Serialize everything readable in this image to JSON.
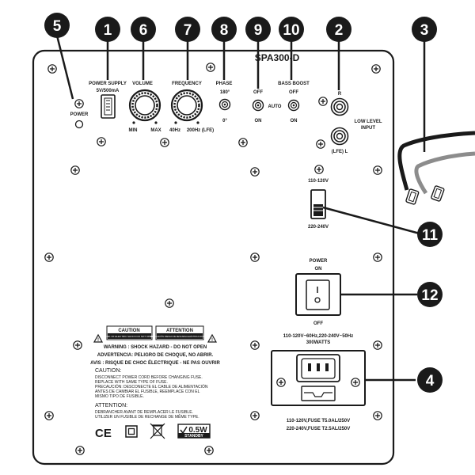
{
  "model": "SPA300-D",
  "callouts": [
    "5",
    "1",
    "6",
    "7",
    "8",
    "9",
    "10",
    "2",
    "3",
    "11",
    "12",
    "4"
  ],
  "power_led": {
    "label": "POWER"
  },
  "power_supply": {
    "label": "POWER SUPPLY",
    "spec": "5V/500mA"
  },
  "volume": {
    "label": "VOLUME",
    "min": "MIN",
    "max": "MAX"
  },
  "frequency": {
    "label": "FREQUENCY",
    "low": "40Hz",
    "high": "200Hz (LFE)"
  },
  "phase": {
    "label": "PHASE",
    "top": "180°",
    "bottom": "0°"
  },
  "auto_switch": {
    "top": "OFF",
    "middle": "AUTO",
    "bottom": "ON"
  },
  "bass_boost": {
    "label": "BASS BOOST",
    "top": "OFF",
    "bottom": "ON"
  },
  "low_level_input": {
    "label_line1": "LOW LEVEL",
    "label_line2": "INPUT",
    "right": "R",
    "left": "(LFE) L"
  },
  "voltage_selector": {
    "top": "110-120V",
    "bottom": "220-240V"
  },
  "power_switch": {
    "label": "POWER",
    "on": "ON",
    "off": "OFF"
  },
  "rating": {
    "line1": "110-120V~60Hz,220-240V~50Hz",
    "line2": "300WATTS"
  },
  "fuse": {
    "line1": "110-120V,FUSE T5.0AL/250V",
    "line2": "220-240V,FUSE T2.5AL/250V"
  },
  "warning_box": {
    "caution_title": "CAUTION",
    "caution_sub": "RISK OF ELECTRIC SHOCK DO NOT OPEN",
    "attention_title": "ATTENTION",
    "attention_sub": "PRECAUCIÓN: RIESGO DE DESCARGA ELÉCTRICA NO ABRIR",
    "line1": "WARNING : SHOCK HAZARD - DO NOT OPEN",
    "line2": "ADVERTENCIA: PELIGRO DE CHOQUE, NO ABRIR.",
    "line3": "AVIS : RISQUE DE CHOC ÉLECTRIQUE - NE PAS OUVRIR"
  },
  "caution_text": {
    "title": "CAUTION:",
    "l1": "DISCONNECT POWER CORD BEFORE CHANGING FUSE.",
    "l2": "REPLACE WITH SAME TYPE OF FUSE.",
    "l3": "PRECAUCIÓN: DESCONECTE EL CABLE DE ALIMENTACIÓN",
    "l4": "ANTES DE CAMBIAR EL FUSIBLE, REEMPLACE CON EL",
    "l5": "MISMO TIPO DE FUSIBLE."
  },
  "attention_text": {
    "title": "ATTENTION:",
    "l1": "DEBRANCHER AVANT DE REMPLACER LE FUSIBLE.",
    "l2": "UTILIZER UN FUSIBLE DE RECHANGE DE MÊME TYPE."
  },
  "certifications": {
    "ce": "CE",
    "standby_value": "0.5W",
    "standby_label": "STANDBY"
  }
}
